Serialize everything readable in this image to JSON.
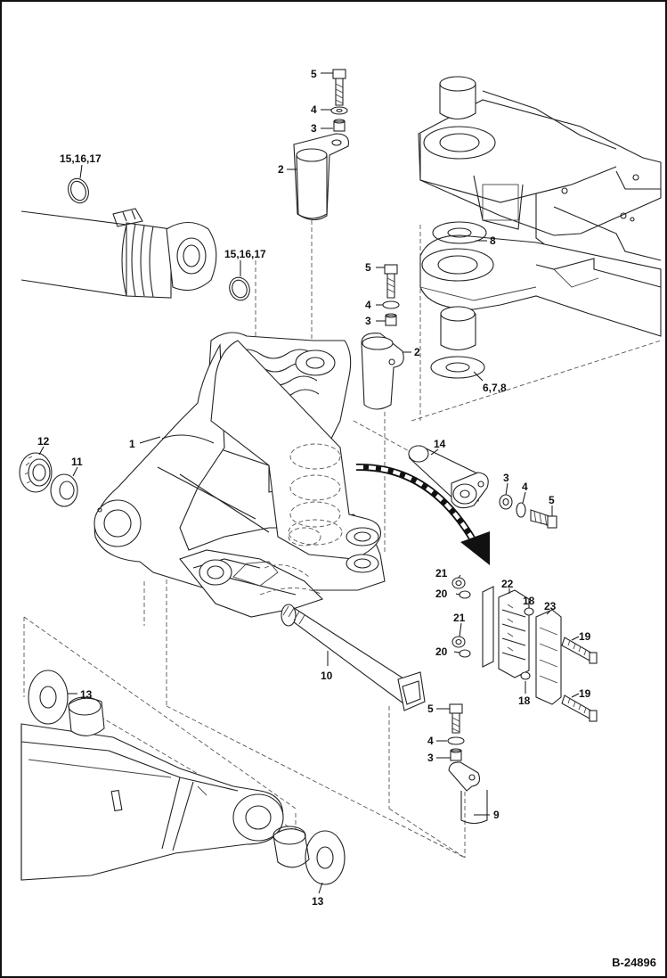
{
  "diagram": {
    "reference": "B-24896",
    "callouts": [
      {
        "id": "c5a",
        "text": "5"
      },
      {
        "id": "c4a",
        "text": "4"
      },
      {
        "id": "c3a",
        "text": "3"
      },
      {
        "id": "c2a",
        "text": "2"
      },
      {
        "id": "c151617a",
        "text": "15,16,17"
      },
      {
        "id": "c151617b",
        "text": "15,16,17"
      },
      {
        "id": "c8",
        "text": "8"
      },
      {
        "id": "c5b",
        "text": "5"
      },
      {
        "id": "c4b",
        "text": "4"
      },
      {
        "id": "c3b",
        "text": "3"
      },
      {
        "id": "c2b",
        "text": "2"
      },
      {
        "id": "c678",
        "text": "6,7,8"
      },
      {
        "id": "c12",
        "text": "12"
      },
      {
        "id": "c11",
        "text": "11"
      },
      {
        "id": "c1",
        "text": "1"
      },
      {
        "id": "c14",
        "text": "14"
      },
      {
        "id": "c3c",
        "text": "3"
      },
      {
        "id": "c4c",
        "text": "4"
      },
      {
        "id": "c5c",
        "text": "5"
      },
      {
        "id": "c21a",
        "text": "21"
      },
      {
        "id": "c20a",
        "text": "20"
      },
      {
        "id": "c22",
        "text": "22"
      },
      {
        "id": "c18a",
        "text": "18"
      },
      {
        "id": "c23",
        "text": "23"
      },
      {
        "id": "c21b",
        "text": "21"
      },
      {
        "id": "c19a",
        "text": "19"
      },
      {
        "id": "c20b",
        "text": "20"
      },
      {
        "id": "c18b",
        "text": "18"
      },
      {
        "id": "c19b",
        "text": "19"
      },
      {
        "id": "c10",
        "text": "10"
      },
      {
        "id": "c13a",
        "text": "13"
      },
      {
        "id": "c5d",
        "text": "5"
      },
      {
        "id": "c4d",
        "text": "4"
      },
      {
        "id": "c3d",
        "text": "3"
      },
      {
        "id": "c9",
        "text": "9"
      },
      {
        "id": "c13b",
        "text": "13"
      }
    ]
  }
}
